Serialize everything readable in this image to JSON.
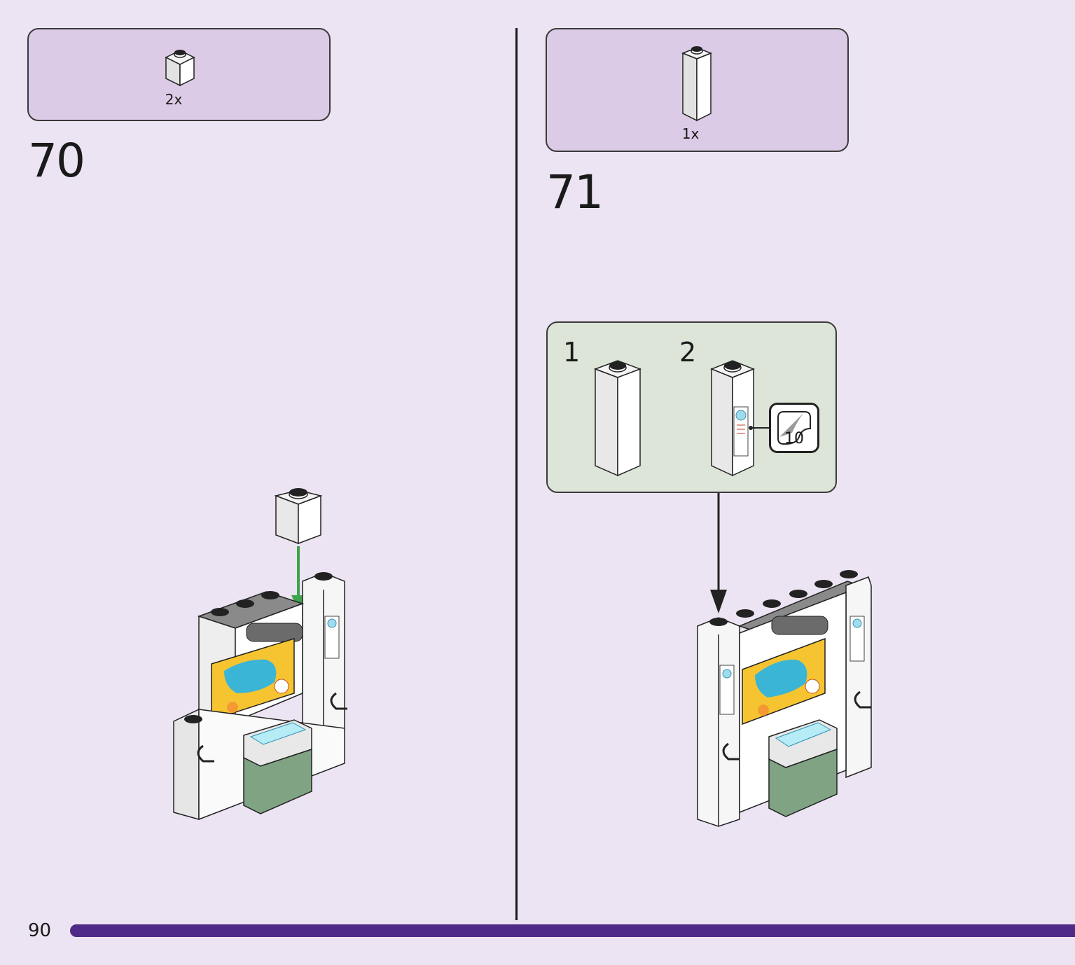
{
  "page_number": "90",
  "steps": [
    {
      "number": "70",
      "parts_qty": "2x",
      "parts": [
        "white-brick-1x1"
      ]
    },
    {
      "number": "71",
      "parts_qty": "1x",
      "parts": [
        "white-brick-1x1x3"
      ],
      "substeps": [
        {
          "number": "1"
        },
        {
          "number": "2",
          "sticker_number": "10"
        }
      ]
    }
  ],
  "colors": {
    "page_bg": "#ece4f2",
    "parts_box": "#dccbe6",
    "substep_box": "#dce5d8",
    "footer_bar": "#4f2a86",
    "arrow_green": "#3fa34d"
  }
}
